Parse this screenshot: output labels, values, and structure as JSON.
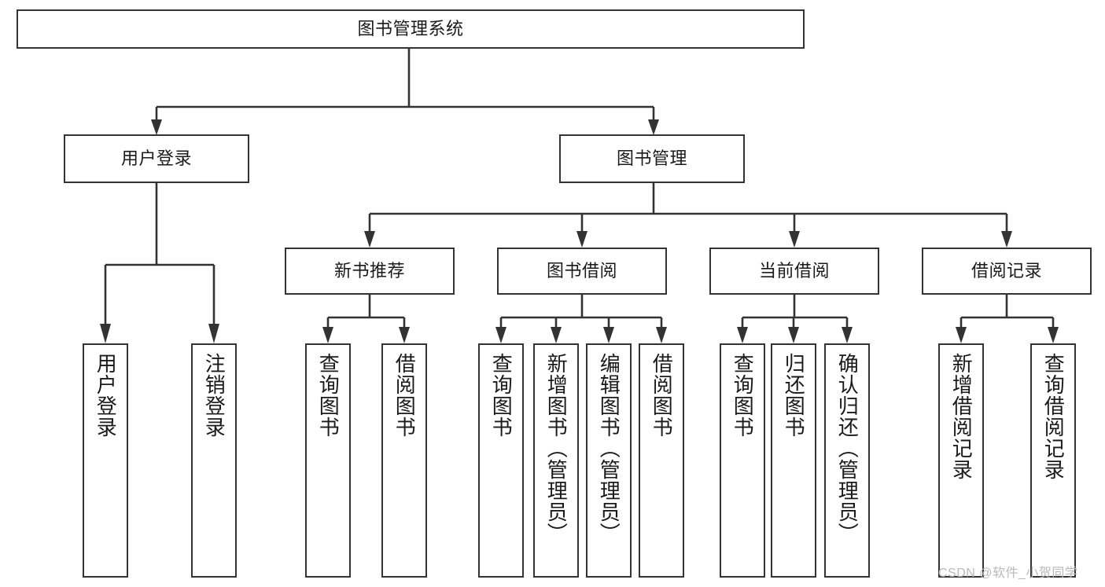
{
  "diagram": {
    "title": "图书管理系统",
    "type": "tree-hierarchy-diagram",
    "colors": {
      "border": "#333333",
      "background": "#ffffff",
      "text": "#1a1a1a",
      "watermark": "#b9b9b9"
    },
    "root": {
      "label": "图书管理系统"
    },
    "level2": [
      {
        "label": "用户登录"
      },
      {
        "label": "图书管理"
      }
    ],
    "level3": [
      {
        "label": "新书推荐"
      },
      {
        "label": "图书借阅"
      },
      {
        "label": "当前借阅"
      },
      {
        "label": "借阅记录"
      }
    ],
    "leaves": {
      "user_login": [
        {
          "label": "用户登录"
        },
        {
          "label": "注销登录"
        }
      ],
      "new_book_recommend": [
        {
          "label": "查询图书"
        },
        {
          "label": "借阅图书"
        }
      ],
      "book_borrow": [
        {
          "label": "查询图书"
        },
        {
          "label": "新增图书（管理员）"
        },
        {
          "label": "编辑图书（管理员）"
        },
        {
          "label": "借阅图书"
        }
      ],
      "current_borrow": [
        {
          "label": "查询图书"
        },
        {
          "label": "归还图书"
        },
        {
          "label": "确认归还（管理员）"
        }
      ],
      "borrow_record": [
        {
          "label": "新增借阅记录"
        },
        {
          "label": "查询借阅记录"
        }
      ]
    }
  },
  "watermark": {
    "text": "CSDN @软件_小贺同学"
  }
}
